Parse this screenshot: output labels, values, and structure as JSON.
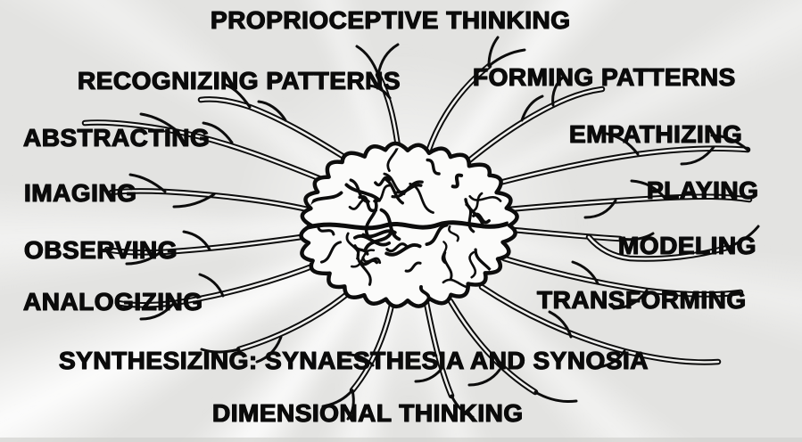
{
  "diagram": {
    "type": "mind-map",
    "center_node": "brain",
    "labels": [
      {
        "id": "proprioceptive-thinking",
        "text": "PROPRIOCEPTIVE THINKING"
      },
      {
        "id": "recognizing-patterns",
        "text": "RECOGNIZING PATTERNS"
      },
      {
        "id": "forming-patterns",
        "text": "FORMING PATTERNS"
      },
      {
        "id": "abstracting",
        "text": "ABSTRACTING"
      },
      {
        "id": "empathizing",
        "text": "EMPATHIZING"
      },
      {
        "id": "imaging",
        "text": "IMAGING"
      },
      {
        "id": "playing",
        "text": "PLAYING"
      },
      {
        "id": "observing",
        "text": "OBSERVING"
      },
      {
        "id": "modeling",
        "text": "MODELING"
      },
      {
        "id": "analogizing",
        "text": "ANALOGIZING"
      },
      {
        "id": "transforming",
        "text": "TRANSFORMING"
      },
      {
        "id": "synthesizing",
        "text": "SYNTHESIZING: SYNAESTHESIA AND SYNOSIA"
      },
      {
        "id": "dimensional-thinking",
        "text": "DIMENSIONAL THINKING"
      }
    ],
    "colors": {
      "background": "#e3e3e1",
      "ink": "#0b0b0b",
      "rays": "#ffffff"
    }
  }
}
